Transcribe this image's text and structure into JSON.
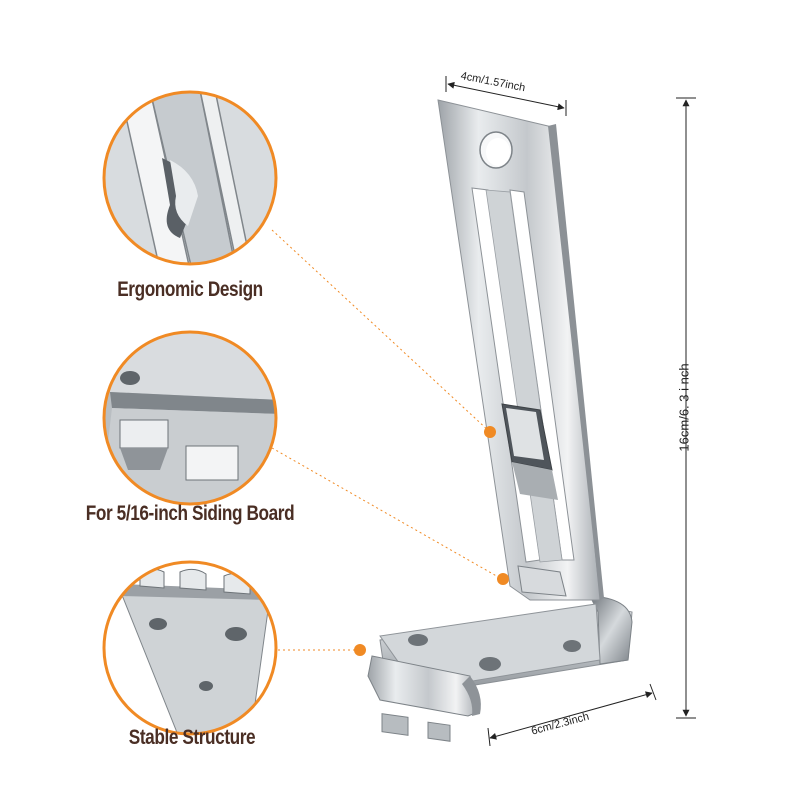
{
  "callouts": [
    {
      "label": "Ergonomic Design"
    },
    {
      "label": "For 5/16-inch Siding Board"
    },
    {
      "label": "Stable Structure"
    }
  ],
  "dimensions": {
    "width_top": "4cm/1.57inch",
    "height": "16cm/6. 3 i nch",
    "width_base": "6cm/2.3inch"
  },
  "colors": {
    "accent": "#f08a24",
    "label": "#4a2e24"
  }
}
